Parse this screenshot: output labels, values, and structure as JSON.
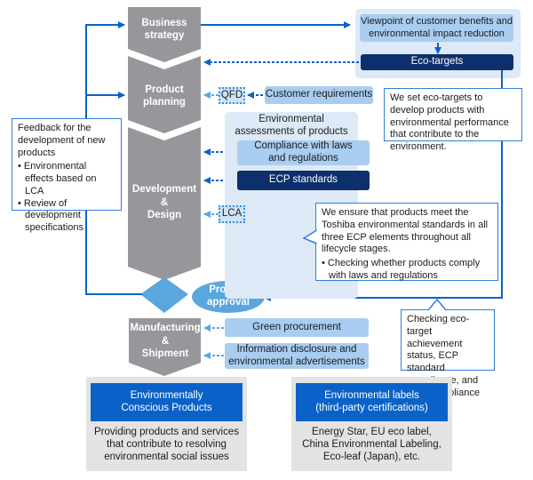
{
  "stages": [
    {
      "id": "business-strategy",
      "label_lines": [
        "Business",
        "strategy"
      ]
    },
    {
      "id": "product-planning",
      "label_lines": [
        "Product",
        "planning"
      ]
    },
    {
      "id": "development-design",
      "label_lines": [
        "Development",
        "&",
        "Design"
      ]
    },
    {
      "id": "manufacturing-shipment",
      "label_lines": [
        "Manufacturing",
        "&",
        "Shipment"
      ]
    }
  ],
  "approval": {
    "label_lines": [
      "Product",
      "approval"
    ]
  },
  "viewpoint": {
    "label_lines": [
      "Viewpoint of customer benefits and",
      "environmental impact reduction"
    ]
  },
  "eco_targets": {
    "label": "Eco-targets"
  },
  "qfd": {
    "label": "QFD"
  },
  "lca": {
    "label": "LCA"
  },
  "customer_requirements": {
    "label": "Customer requirements"
  },
  "assessments": {
    "title_lines": [
      "Environmental",
      "assessments of products"
    ],
    "compliance_lines": [
      "Compliance with laws",
      "and regulations"
    ],
    "ecp_standards": "ECP standards"
  },
  "notes": {
    "feedback": {
      "title": "Feedback for the development of new products",
      "bullets": [
        "• Environmental effects based on LCA",
        "• Review of development specifications"
      ]
    },
    "eco_targets": {
      "text": "We set eco-targets to develop products with environmental performance that contribute to the environment."
    },
    "ecp": {
      "text": "We ensure that products meet the Toshiba environmental standards in all three ECP elements throughout all lifecycle stages.",
      "bullets": [
        "• Checking whether products comply with laws and regulations"
      ]
    },
    "checking": {
      "text": "Checking eco-target achievement status, ECP standard compliance, and legal compliance"
    }
  },
  "manufacturing_inputs": {
    "green_procurement": "Green procurement",
    "disclosure_lines": [
      "Information disclosure and",
      "environmental advertisements"
    ]
  },
  "outcomes": [
    {
      "head_lines": [
        "Environmentally",
        "Conscious Products"
      ],
      "body_lines": [
        "Providing products and services",
        "that contribute to resolving",
        "environmental social issues"
      ]
    },
    {
      "head_lines": [
        "Environmental labels",
        "(third-party certifications)"
      ],
      "body_lines": [
        "Energy Star, EU eco label,",
        "China Environmental Labeling,",
        "Eco-leaf (Japan), etc."
      ]
    }
  ],
  "colors": {
    "stage_gray": "#97979b",
    "arrow_blue": "#0a62c9",
    "light_blue": "#a9cdf0",
    "panel_blue": "#dde9f7",
    "dark_navy": "#0d2f6b",
    "approval_blue": "#5aa6df",
    "outcome_blue": "#0a62c9"
  }
}
